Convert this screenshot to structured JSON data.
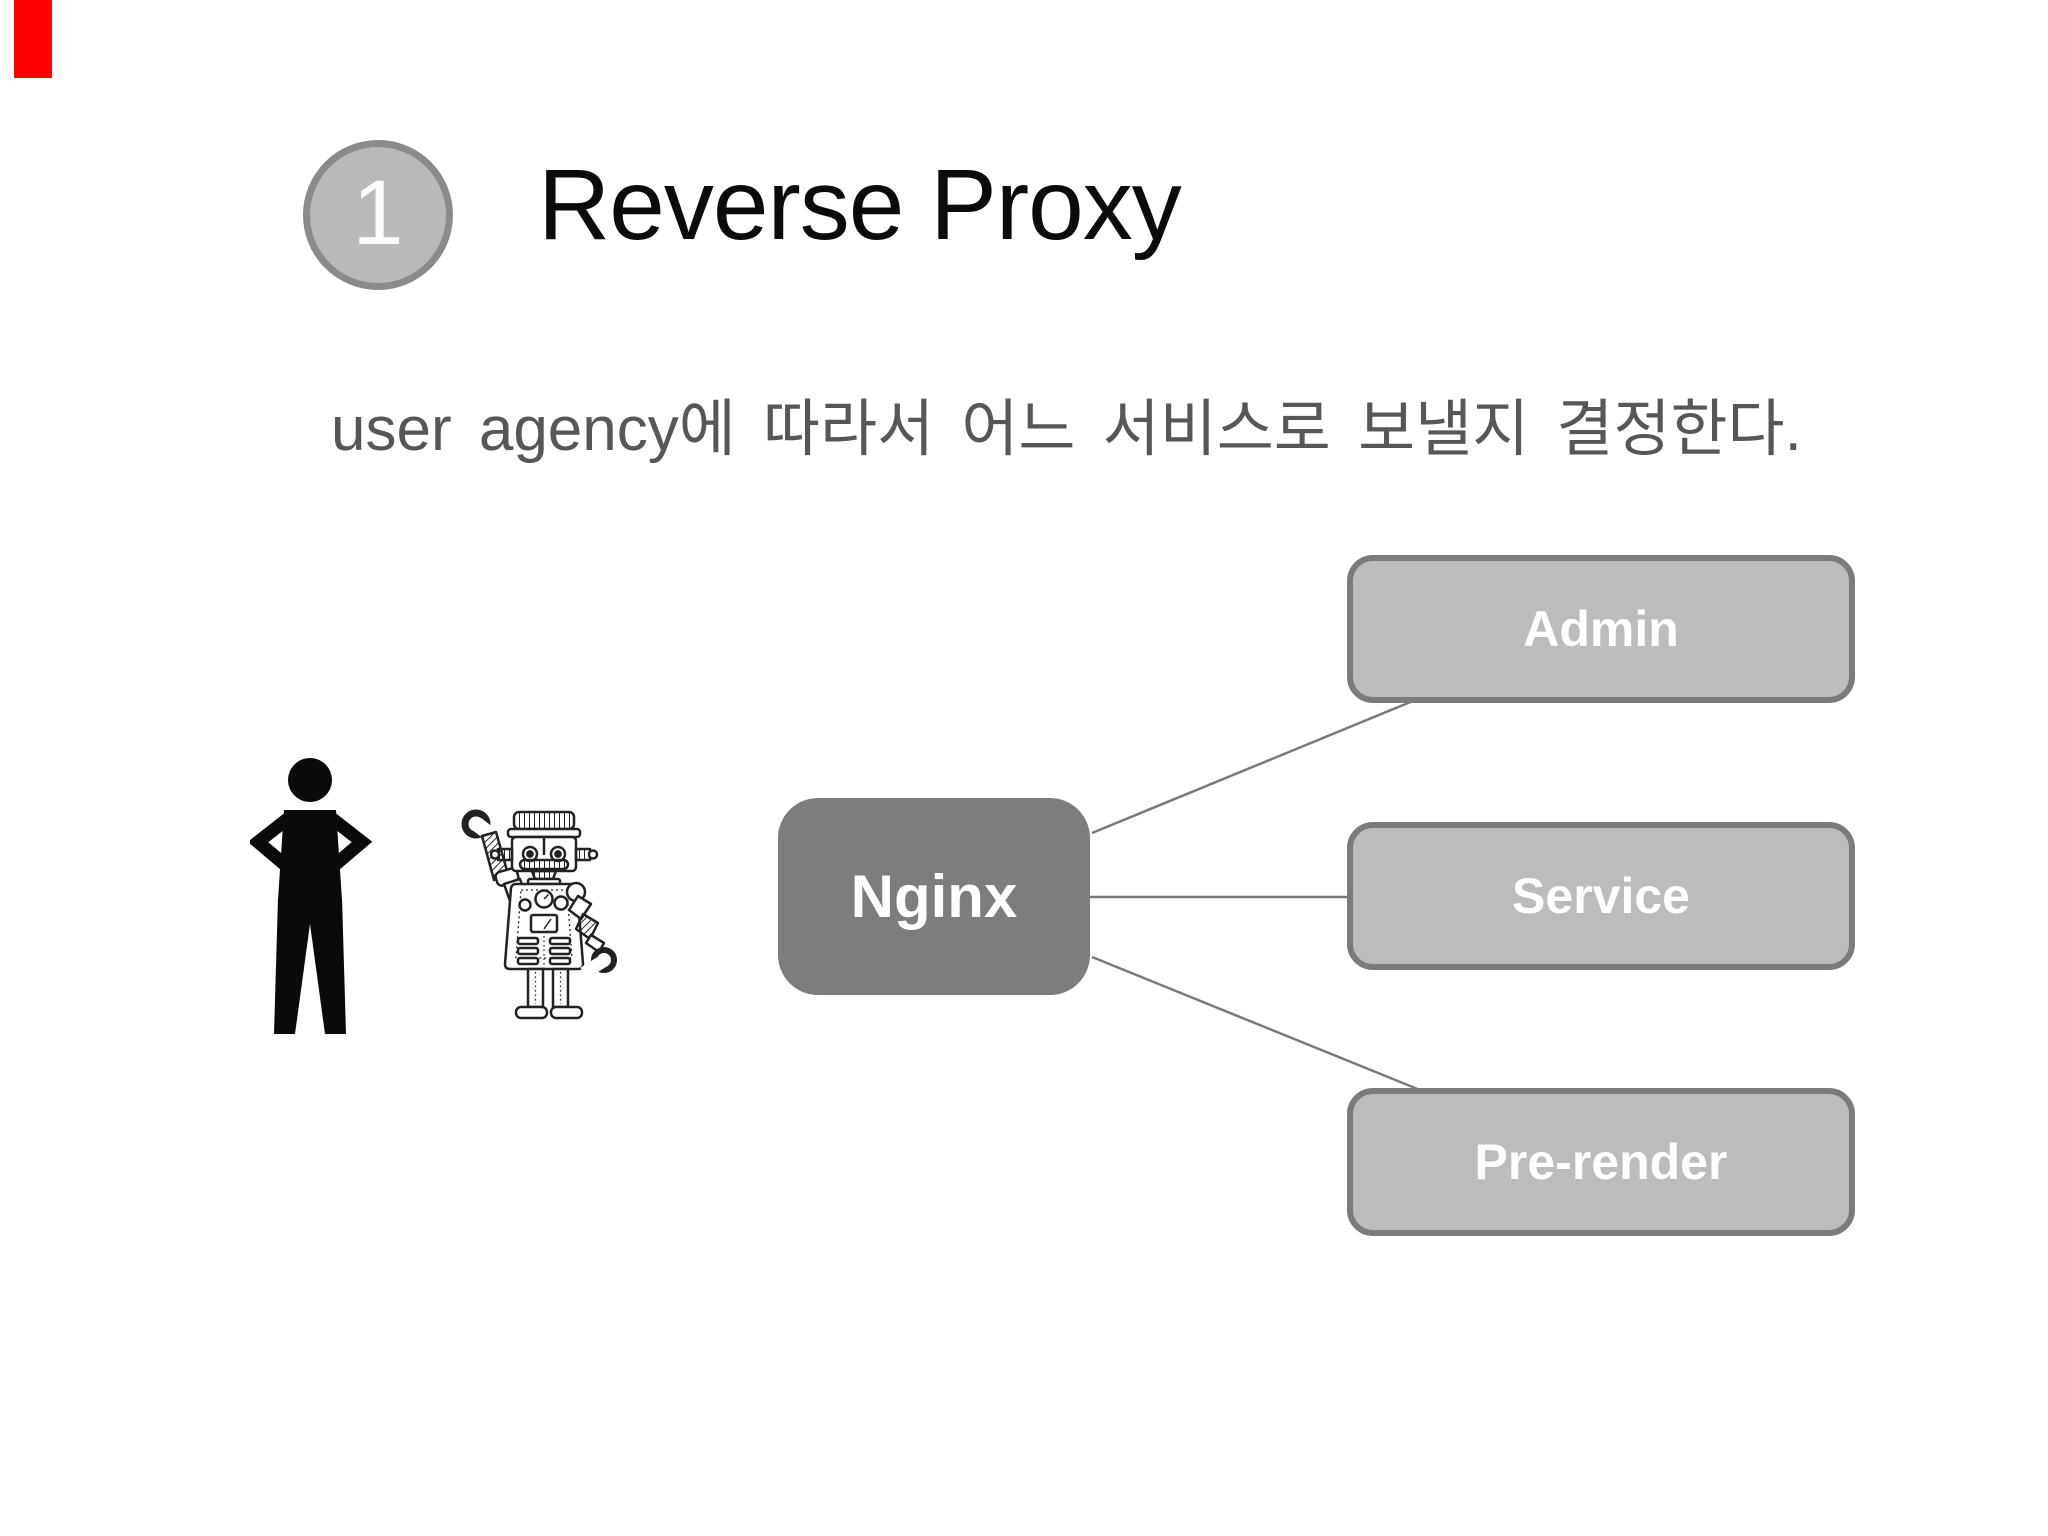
{
  "slide": {
    "accent_bar": {
      "color": "#ff0000"
    },
    "step_badge": {
      "number": "1",
      "fill": "#b9b9b9",
      "border": "#8b8b8b",
      "number_color": "#ffffff"
    },
    "title": {
      "text": "Reverse Proxy",
      "color": "#0b0b0b"
    },
    "subtitle": {
      "text": "user agency에 따라서 어느 서비스로 보낼지 결정한다.",
      "color": "#575757"
    }
  },
  "diagram": {
    "proxy_node": {
      "label": "Nginx",
      "fill": "#7d7d7d",
      "label_color": "#ffffff"
    },
    "service_nodes": [
      {
        "id": "admin",
        "label": "Admin"
      },
      {
        "id": "service",
        "label": "Service"
      },
      {
        "id": "prerender",
        "label": "Pre-render"
      }
    ],
    "service_node_style": {
      "fill": "#bcbcbc",
      "border": "#7b7b7b",
      "label_color": "#ffffff"
    },
    "connectors": {
      "color": "#7a7a7a",
      "count": 3,
      "from": "Nginx",
      "to": [
        "Admin",
        "Service",
        "Pre-render"
      ]
    },
    "icons": {
      "person": "standing-person-silhouette",
      "robot": "toy-robot-line-drawing"
    }
  }
}
